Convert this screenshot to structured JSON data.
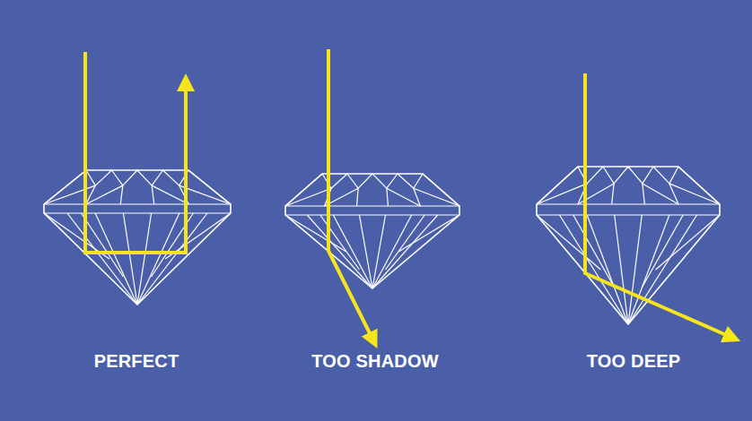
{
  "diagram": {
    "labels": [
      "PERFECT",
      "TOO SHADOW",
      "TOO DEEP"
    ]
  }
}
